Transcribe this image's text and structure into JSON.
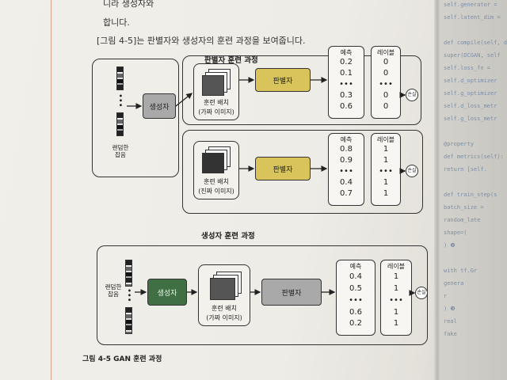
{
  "body_text": {
    "line1": "니라 생성자와",
    "line2": "합니다.",
    "line3": "[그림 4-5]는 판별자와 생성자의 훈련 과정을 보여줍니다."
  },
  "discriminator_section": {
    "title": "판별자 훈련 과정",
    "noise_label_line1": "랜덤한",
    "noise_label_line2": "잡음",
    "generator_label": "생성자",
    "fake_row": {
      "batch_label_line1": "훈련 배치",
      "batch_label_line2": "(가짜 이미지)",
      "discriminator_label": "판별자",
      "predictions_header": "예측",
      "predictions": [
        "0.2",
        "0.1",
        "•••",
        "0.3",
        "0.6"
      ],
      "labels_header": "레이블",
      "labels": [
        "0",
        "0",
        "•••",
        "0",
        "0"
      ],
      "loss_label": "손실"
    },
    "real_row": {
      "batch_label_line1": "훈련 배치",
      "batch_label_line2": "(진짜 이미지)",
      "discriminator_label": "판별자",
      "predictions_header": "예측",
      "predictions": [
        "0.8",
        "0.9",
        "•••",
        "0.4",
        "0.7"
      ],
      "labels_header": "레이블",
      "labels": [
        "1",
        "1",
        "•••",
        "1",
        "1"
      ],
      "loss_label": "손실"
    }
  },
  "generator_section": {
    "title": "생성자 훈련 과정",
    "noise_label_line1": "랜덤한",
    "noise_label_line2": "잡음",
    "generator_label": "생성자",
    "batch_label_line1": "훈련 배치",
    "batch_label_line2": "(가짜 이미지)",
    "discriminator_label": "판별자",
    "predictions_header": "예측",
    "predictions": [
      "0.4",
      "0.5",
      "•••",
      "0.6",
      "0.2"
    ],
    "labels_header": "레이블",
    "labels": [
      "1",
      "1",
      "•••",
      "1",
      "1"
    ],
    "loss_label": "손실"
  },
  "caption": "그림 4-5  GAN 훈련 과정",
  "facing_page_code": [
    "self.generator = ",
    "self.latent_dim =",
    "",
    "def compile(self, d_o",
    "  super(DCGAN, self",
    "  self.loss_fn = ",
    "  self.d_optimizer",
    "  self.g_optimizer",
    "  self.d_loss_metr",
    "  self.g_loss_metr",
    "",
    "@property",
    "def metrics(self):",
    "  return [self.",
    "",
    "def train_step(s",
    "  batch_size = ",
    "  random_late",
    "    shape=(",
    "  ) ❷",
    "",
    "  with tf.Gr",
    "    genera",
    "      r",
    "  ) ❸",
    "    real",
    "    fake"
  ],
  "colors": {
    "discriminator_fill": "#d8c45a",
    "generator_fill_generator_training": "#3f6f42",
    "generator_fill": "#a9a9a9"
  }
}
